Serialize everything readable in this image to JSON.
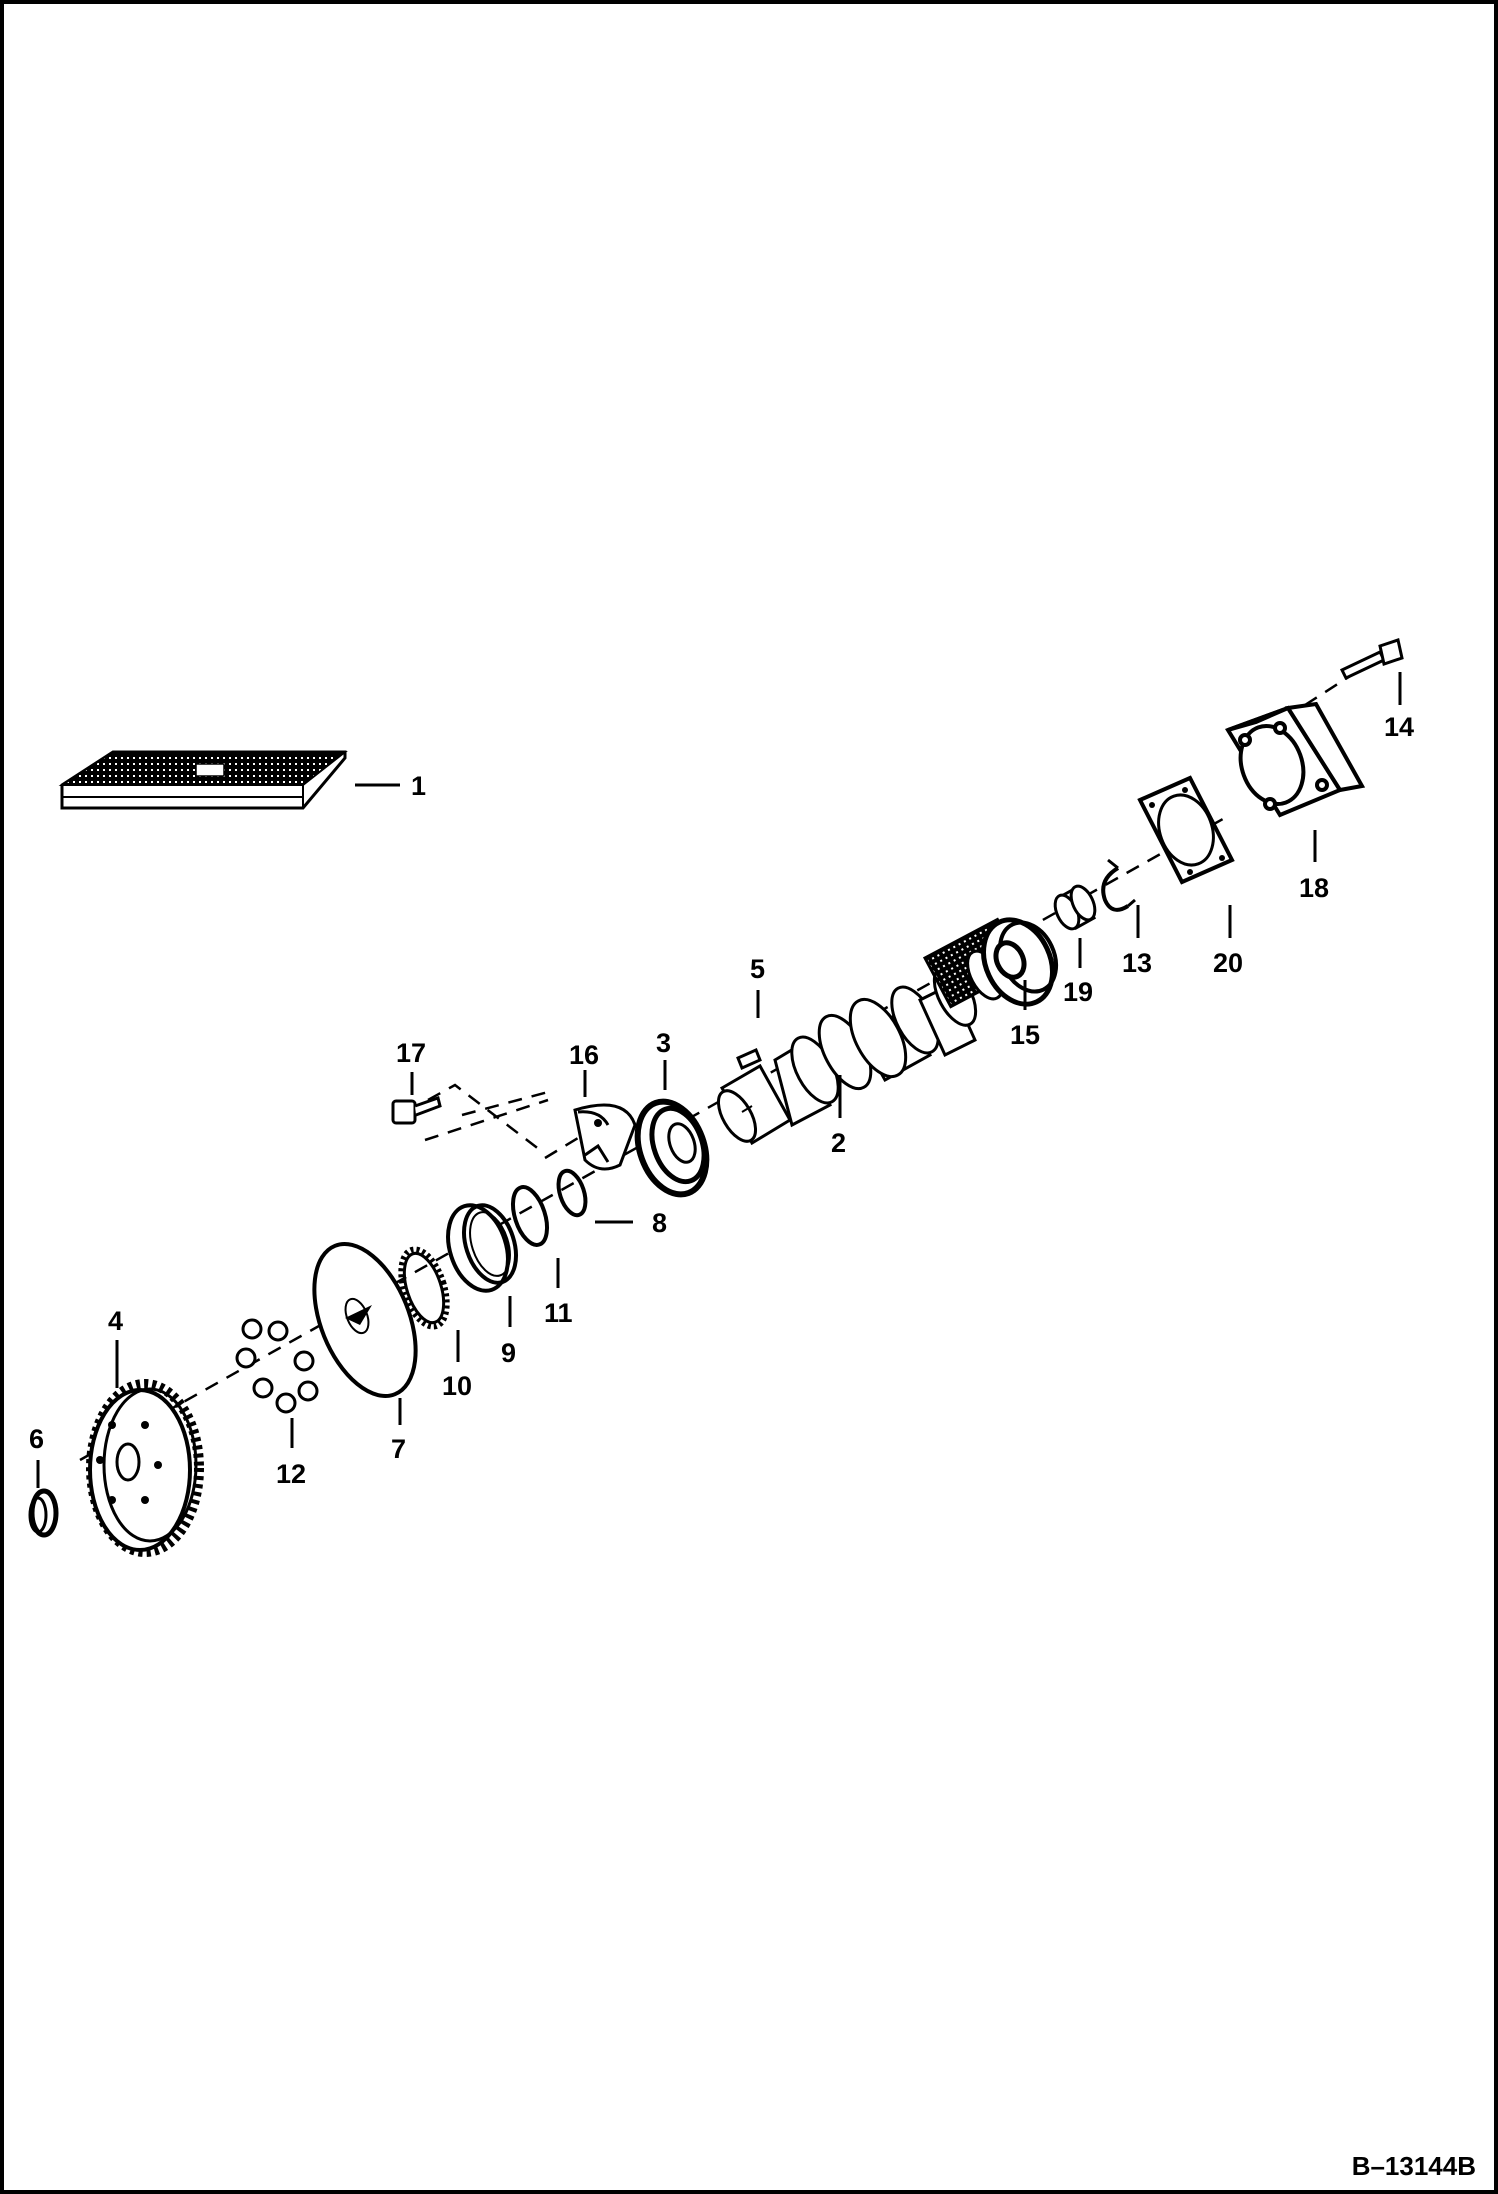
{
  "figure_id": "B–13144B",
  "callouts": {
    "c1": "1",
    "c2": "2",
    "c3": "3",
    "c4": "4",
    "c5": "5",
    "c6": "6",
    "c7": "7",
    "c8": "8",
    "c9": "9",
    "c10": "10",
    "c11": "11",
    "c12": "12",
    "c13": "13",
    "c14": "14",
    "c15": "15",
    "c16": "16",
    "c17": "17",
    "c18": "18",
    "c19": "19",
    "c20": "20"
  }
}
